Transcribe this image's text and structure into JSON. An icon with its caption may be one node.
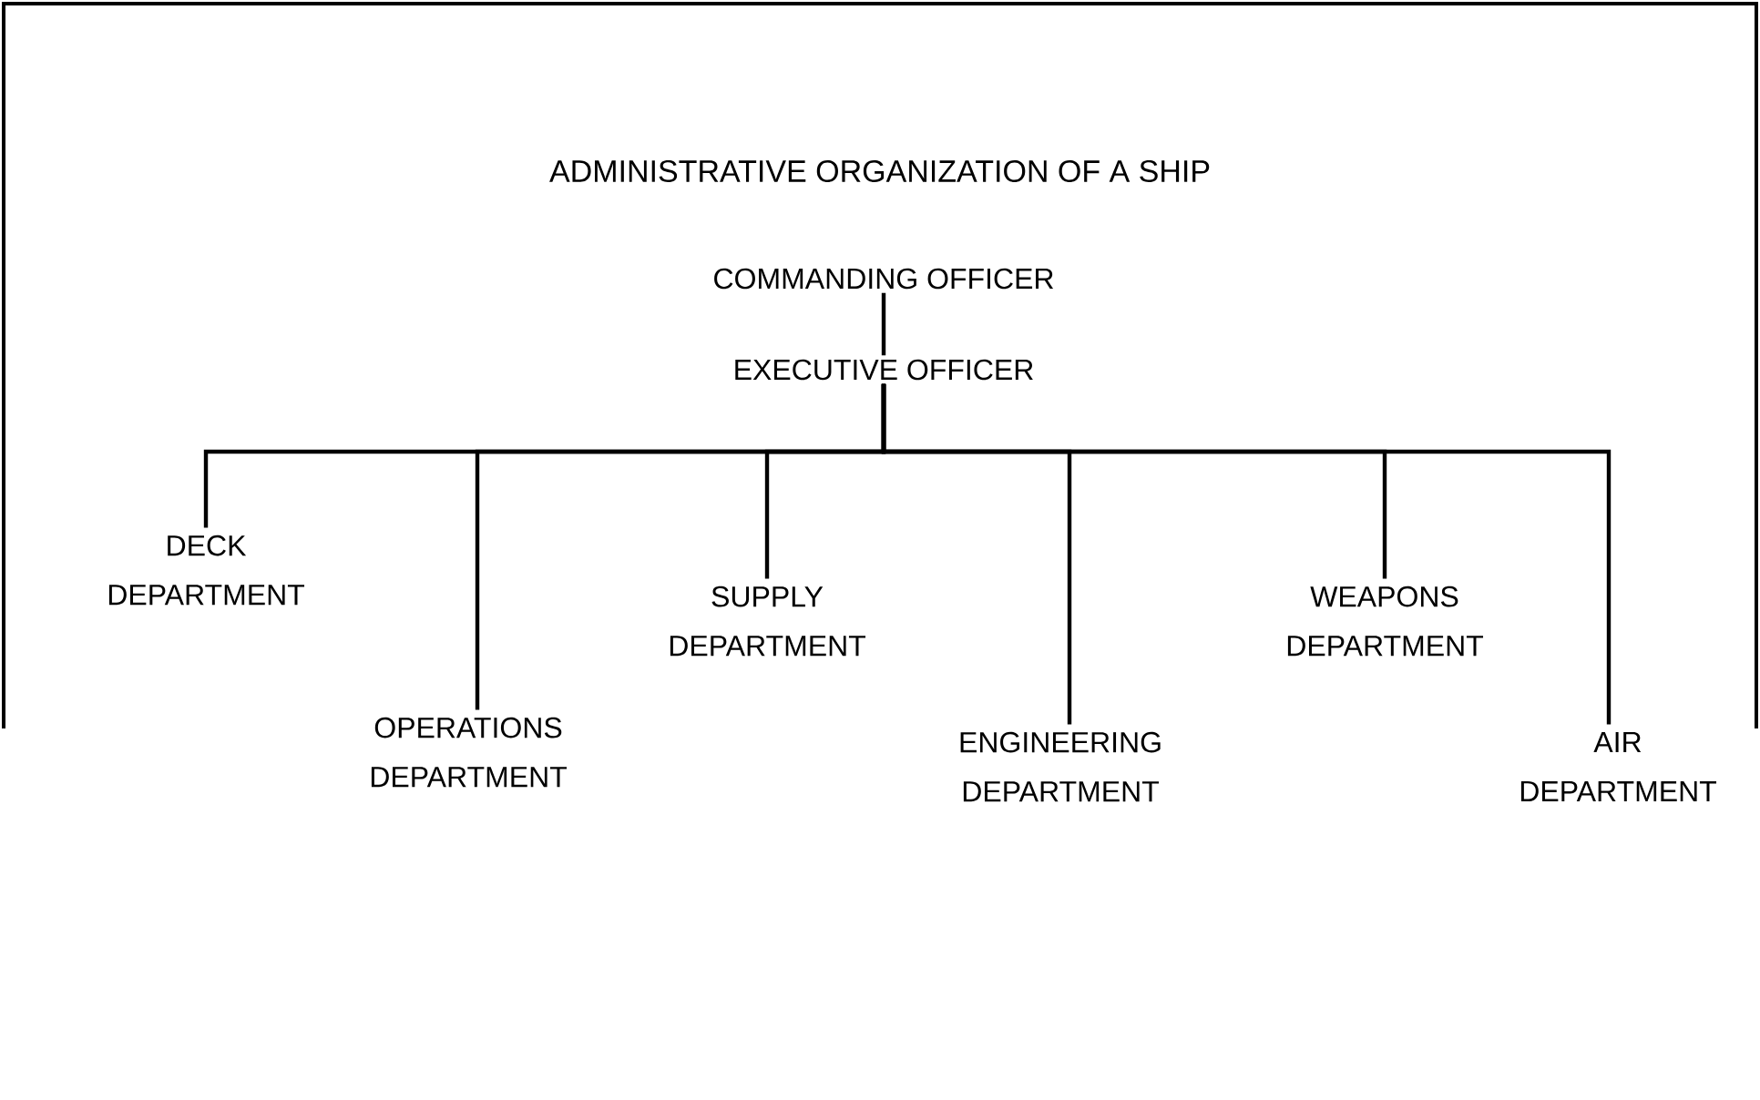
{
  "diagram": {
    "title": "ADMINISTRATIVE ORGANIZATION OF A SHIP",
    "nodes": [
      {
        "text": [
          "COMMANDING OFFICER"
        ]
      },
      {
        "text": [
          "EXECUTIVE OFFICER"
        ]
      },
      {
        "text": [
          "DECK DEPARTMENT"
        ]
      },
      {
        "text": [
          "OPERATIONS DEPARTMENT"
        ]
      },
      {
        "text": [
          "SUPPLY DEPARTMENT"
        ]
      },
      {
        "text": [
          "ENGINEERING DEPARTMENT"
        ]
      },
      {
        "text": [
          "WEAPONS DEPARTMENT"
        ]
      },
      {
        "text": [
          "AIR DEPARTMENT"
        ]
      }
    ],
    "edges": [
      {
        "from": 0,
        "to": 1,
        "arrow": "none"
      },
      {
        "from": 1,
        "to": 2,
        "arrow": "none"
      },
      {
        "from": 1,
        "to": 3,
        "arrow": "none"
      },
      {
        "from": 1,
        "to": 4,
        "arrow": "none"
      },
      {
        "from": 1,
        "to": 5,
        "arrow": "none"
      },
      {
        "from": 1,
        "to": 6,
        "arrow": "none"
      },
      {
        "from": 1,
        "to": 7,
        "arrow": "none"
      }
    ]
  }
}
